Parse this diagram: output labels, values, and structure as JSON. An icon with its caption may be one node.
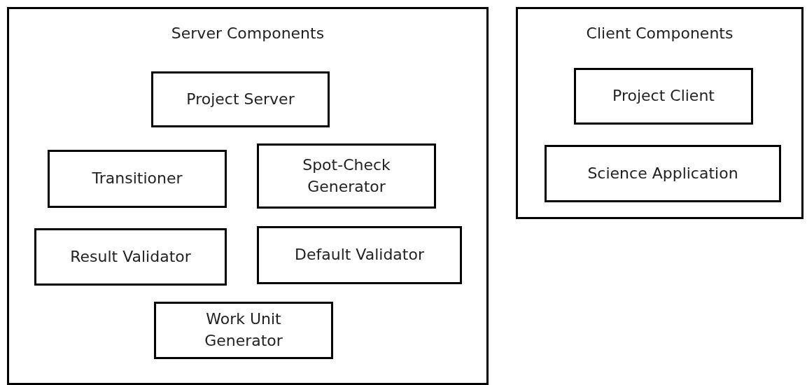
{
  "diagram": {
    "nodes": [
      {
        "text": [
          "Server Components"
        ]
      },
      {
        "text": [
          "Project Server"
        ],
        "in": 0
      },
      {
        "text": [
          "Transitioner"
        ],
        "in": 0
      },
      {
        "text": [
          "Spot-Check Generator"
        ],
        "in": 0
      },
      {
        "text": [
          "Result Validator"
        ],
        "in": 0
      },
      {
        "text": [
          "Default Validator"
        ],
        "in": 0
      },
      {
        "text": [
          "Work Unit Generator"
        ],
        "in": 0
      },
      {
        "text": [
          "Client Components"
        ]
      },
      {
        "text": [
          "Project Client"
        ],
        "in": 7
      },
      {
        "text": [
          "Science Application"
        ],
        "in": 7
      }
    ]
  }
}
